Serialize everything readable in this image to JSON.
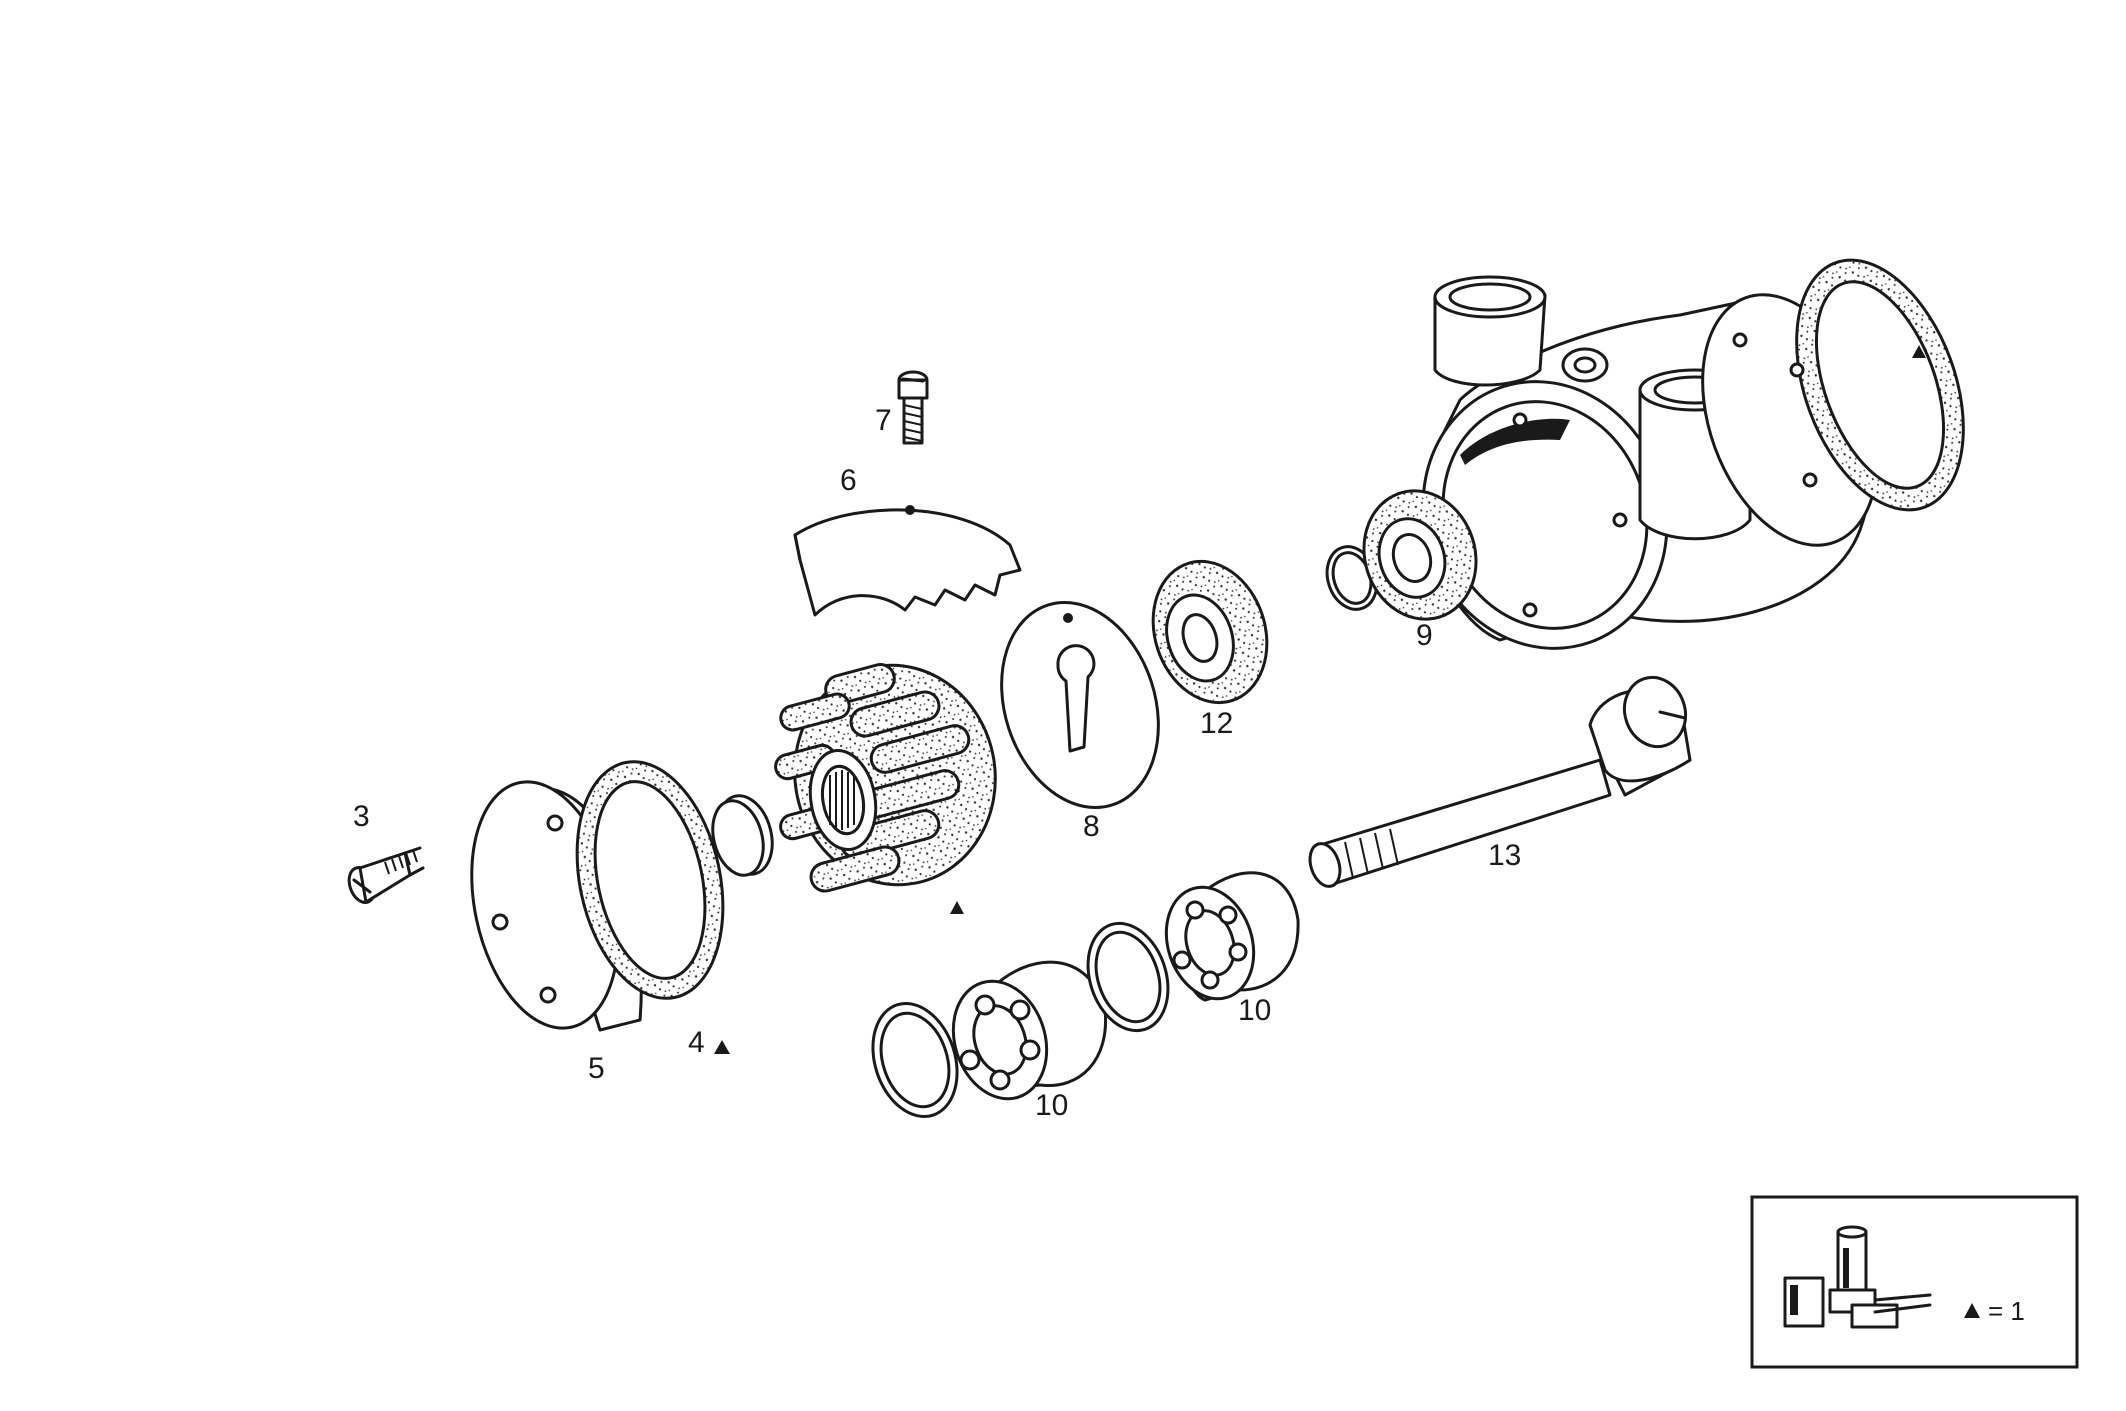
{
  "labels": {
    "screw_top": "7",
    "cam": "6",
    "screw_left": "3",
    "cover": "5",
    "gasket": "4",
    "wear_plate": "8",
    "bearing_small": "12",
    "seal_housing": "9",
    "bearing_a": "10",
    "bearing_b": "10",
    "shaft": "13"
  },
  "legend": {
    "equals_text": "= 1"
  },
  "colors": {
    "line": "#1a1a1a",
    "background": "#ffffff"
  },
  "icons": [
    "triangle-marker-icon",
    "service-kit-icon"
  ]
}
